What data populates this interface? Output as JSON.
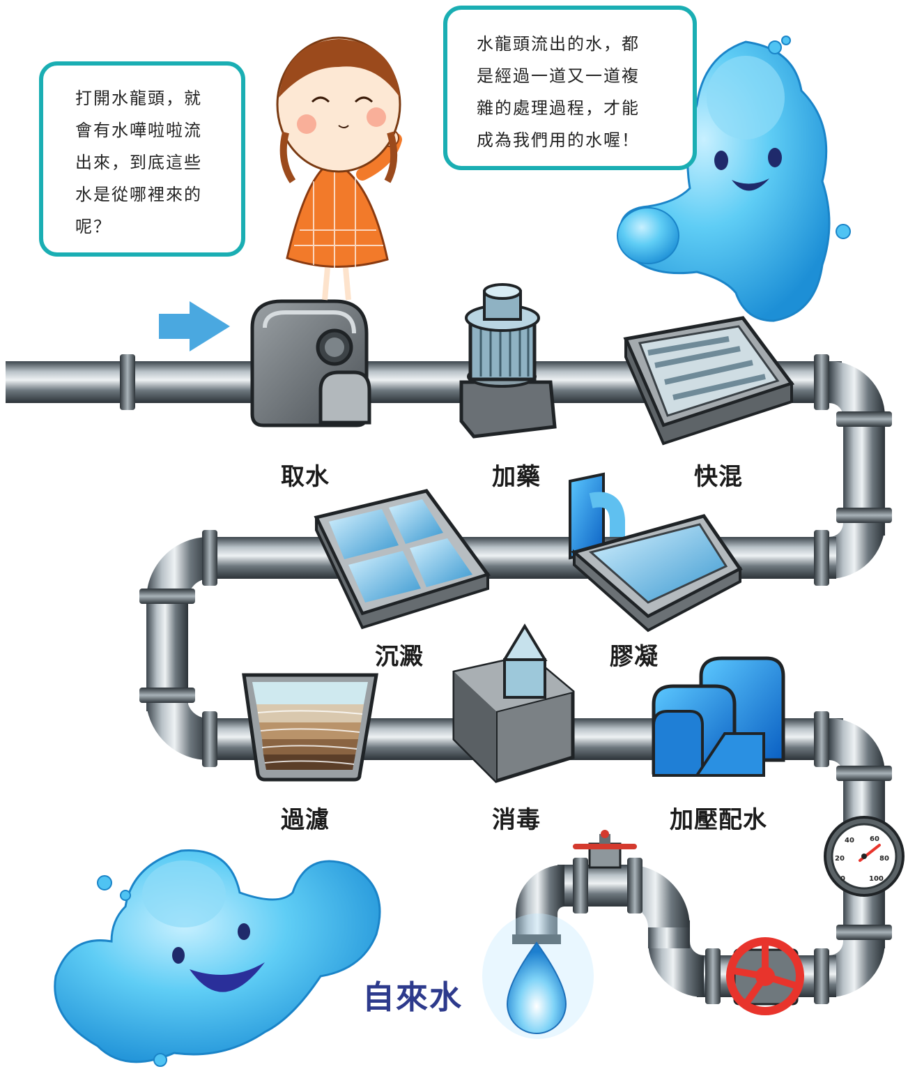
{
  "bubbles": {
    "girl": "打開水龍頭，就\n會有水嘩啦啦流\n出來，到底這些\n水是從哪裡來的\n呢？",
    "droplet": "水龍頭流出的水，都\n是經過一道又一道複\n雜的處理過程，才能\n成為我們用的水喔！"
  },
  "stages": [
    {
      "label": "取水"
    },
    {
      "label": "加藥"
    },
    {
      "label": "快混"
    },
    {
      "label": "膠凝"
    },
    {
      "label": "沉澱"
    },
    {
      "label": "過濾"
    },
    {
      "label": "消毒"
    },
    {
      "label": "加壓配水"
    }
  ],
  "gauge": {
    "ticks": [
      "0",
      "20",
      "40",
      "60",
      "80",
      "100"
    ]
  },
  "brand": "自來水",
  "colors": {
    "bubble_border": "#1aaeb3",
    "water_blue": "#3bbdf0",
    "pipe_gray": "#5f6a72",
    "arrow_blue": "#4aa8e0",
    "valve_red": "#e8342c",
    "brand_navy": "#2d3a8c"
  }
}
